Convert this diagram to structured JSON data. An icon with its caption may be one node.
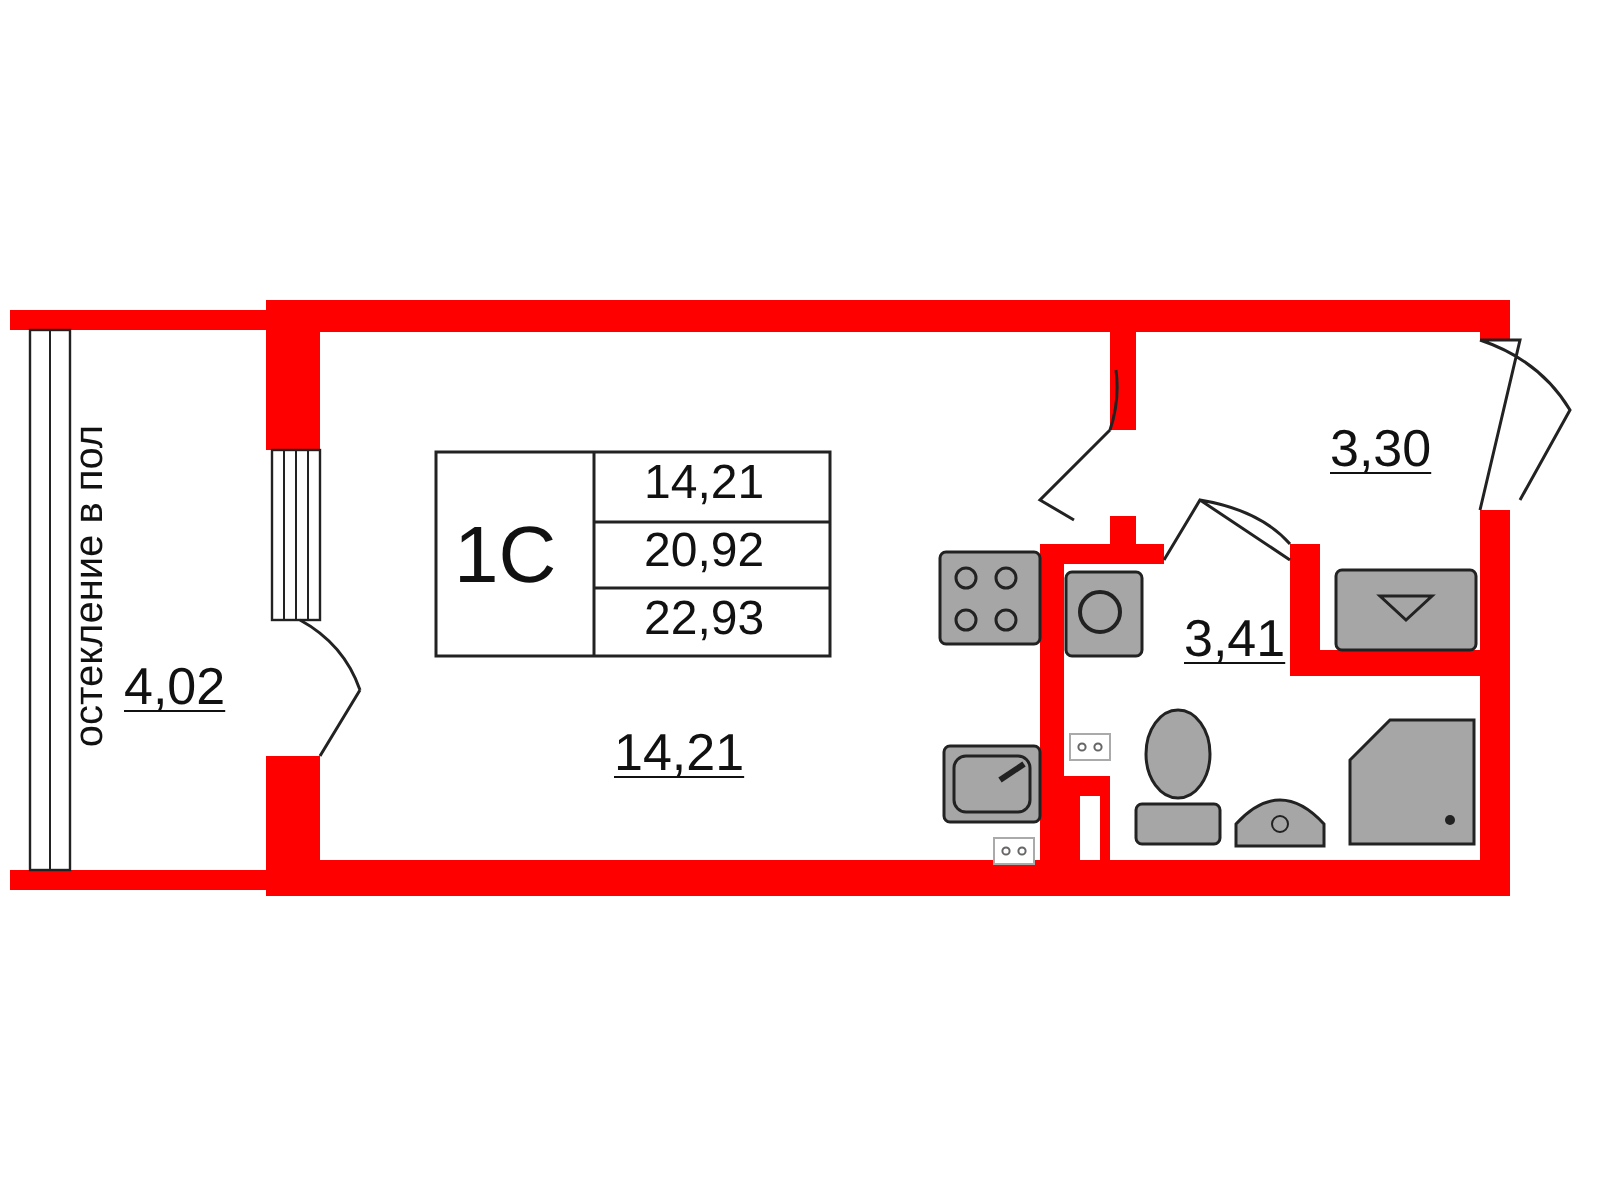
{
  "diagram": {
    "labels": [
      "1С",
      "14,21",
      "20,92",
      "22,93",
      "3,30",
      "остекление в пол",
      "4,02",
      "3,41",
      "14,21"
    ]
  }
}
